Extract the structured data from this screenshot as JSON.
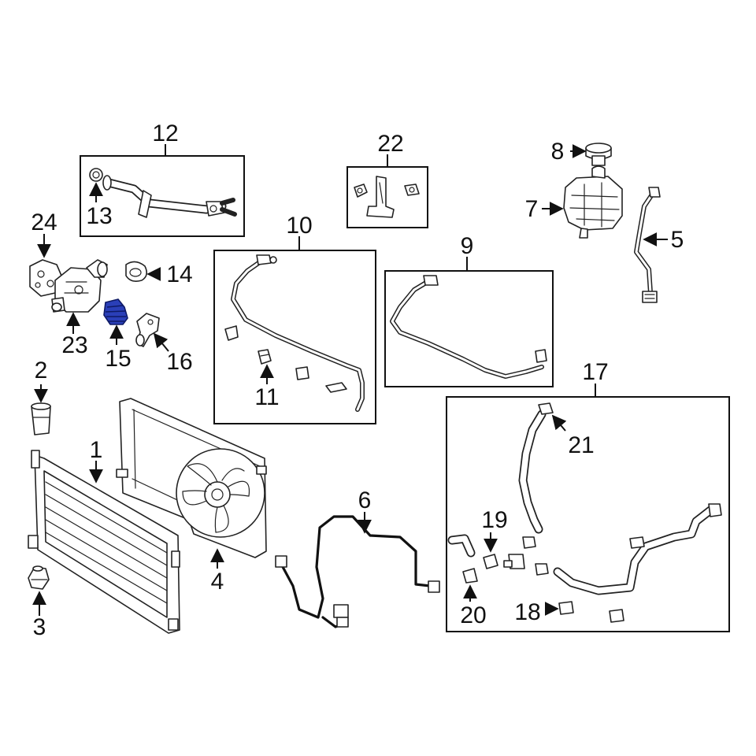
{
  "diagram": {
    "callouts": {
      "c1": "1",
      "c2": "2",
      "c3": "3",
      "c4": "4",
      "c5": "5",
      "c6": "6",
      "c7": "7",
      "c8": "8",
      "c9": "9",
      "c10": "10",
      "c11": "11",
      "c12": "12",
      "c13": "13",
      "c14": "14",
      "c15": "15",
      "c16": "16",
      "c17": "17",
      "c18": "18",
      "c19": "19",
      "c20": "20",
      "c21": "21",
      "c22": "22",
      "c23": "23",
      "c24": "24"
    },
    "colors": {
      "line": "#111111",
      "background": "#ffffff",
      "highlight_part": "#2a3fb8"
    },
    "highlighted_part": "15"
  }
}
